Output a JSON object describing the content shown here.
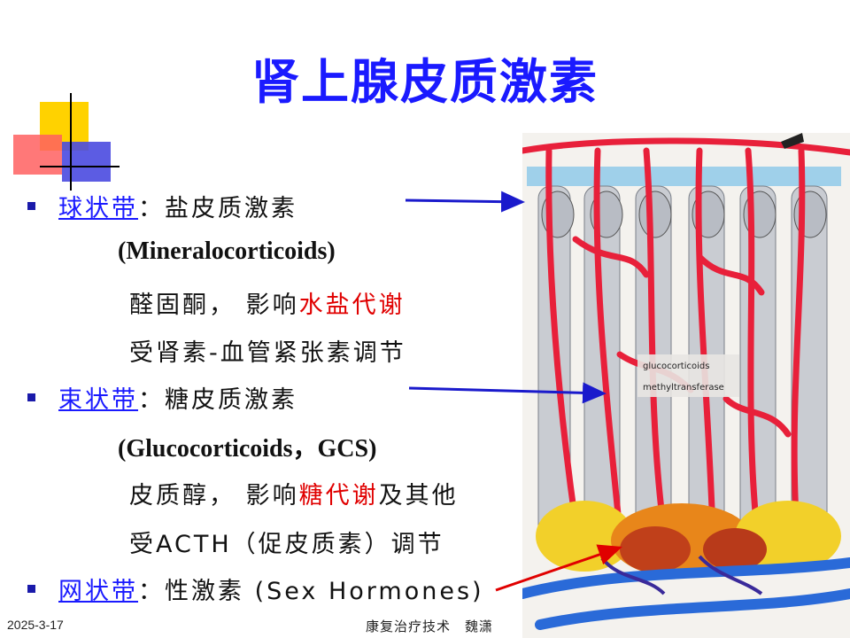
{
  "title": "肾上腺皮质激素",
  "zones": [
    {
      "name": "球状带",
      "sep": "：",
      "hormone": "盐皮质激素",
      "english": "(Mineralocorticoids)",
      "detail1_pre": "醛固酮， 影响",
      "detail1_red": "水盐代谢",
      "detail1_post": "",
      "detail2": "受肾素-血管紧张素调节"
    },
    {
      "name": "束状带",
      "sep": "：",
      "hormone": "糖皮质激素",
      "english": "(Glucocorticoids，GCS)",
      "detail1_pre": "皮质醇， 影响",
      "detail1_red": "糖代谢",
      "detail1_post": "及其他",
      "detail2": "受ACTH（促皮质素）调节"
    },
    {
      "name": "网状带",
      "sep": "：",
      "hormone": "性激素 (Sex Hormones)"
    }
  ],
  "illustration": {
    "label1": "glucocorticoids",
    "label2": "methyltransferase"
  },
  "footer": {
    "date": "2025-3-17",
    "center": "康复治疗技术　魏潇"
  },
  "colors": {
    "title": "#1a1aff",
    "zone_link": "#1a1aff",
    "highlight": "#e00000",
    "bullet": "#1a1aaa",
    "vessel_red": "#e8203a",
    "vessel_blue": "#2a6ad8"
  }
}
